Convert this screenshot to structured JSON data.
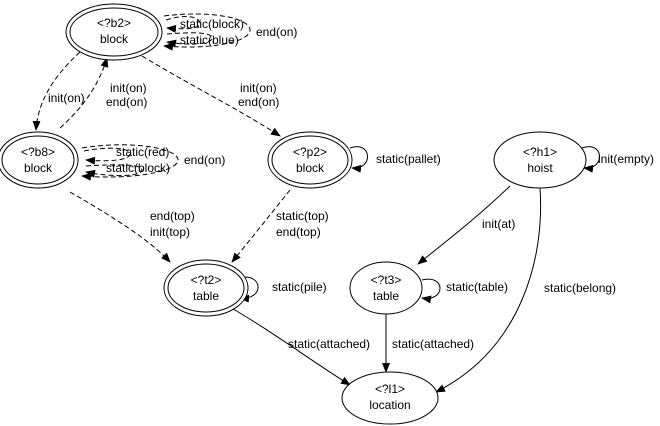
{
  "nodes": {
    "b2": {
      "id": "<?b2>",
      "label": "block"
    },
    "b8": {
      "id": "<?b8>",
      "label": "block"
    },
    "p2": {
      "id": "<?p2>",
      "label": "block"
    },
    "h1": {
      "id": "<?h1>",
      "label": "hoist"
    },
    "t2": {
      "id": "<?t2>",
      "label": "table"
    },
    "t3": {
      "id": "<?t3>",
      "label": "table"
    },
    "l1": {
      "id": "<?l1>",
      "label": "location"
    }
  },
  "edges": {
    "b2_self_1": "static(block)",
    "b2_self_2": "static(blue)",
    "b2_self_3": "end(on)",
    "b2_b8": "init(on)",
    "b8_b2_1": "init(on)",
    "b8_b2_2": "end(on)",
    "b2_p2_1": "init(on)",
    "b2_p2_2": "end(on)",
    "b8_self_1": "static(red)",
    "b8_self_2": "static(block)",
    "b8_self_3": "end(on)",
    "p2_self": "static(pallet)",
    "h1_self": "init(empty)",
    "b8_t2_1": "end(top)",
    "b8_t2_2": "init(top)",
    "p2_t2_1": "static(top)",
    "p2_t2_2": "end(top)",
    "h1_t3": "init(at)",
    "h1_l1": "static(belong)",
    "t2_self": "static(pile)",
    "t3_self": "static(table)",
    "t2_l1": "static(attached)",
    "t3_l1": "static(attached)"
  }
}
